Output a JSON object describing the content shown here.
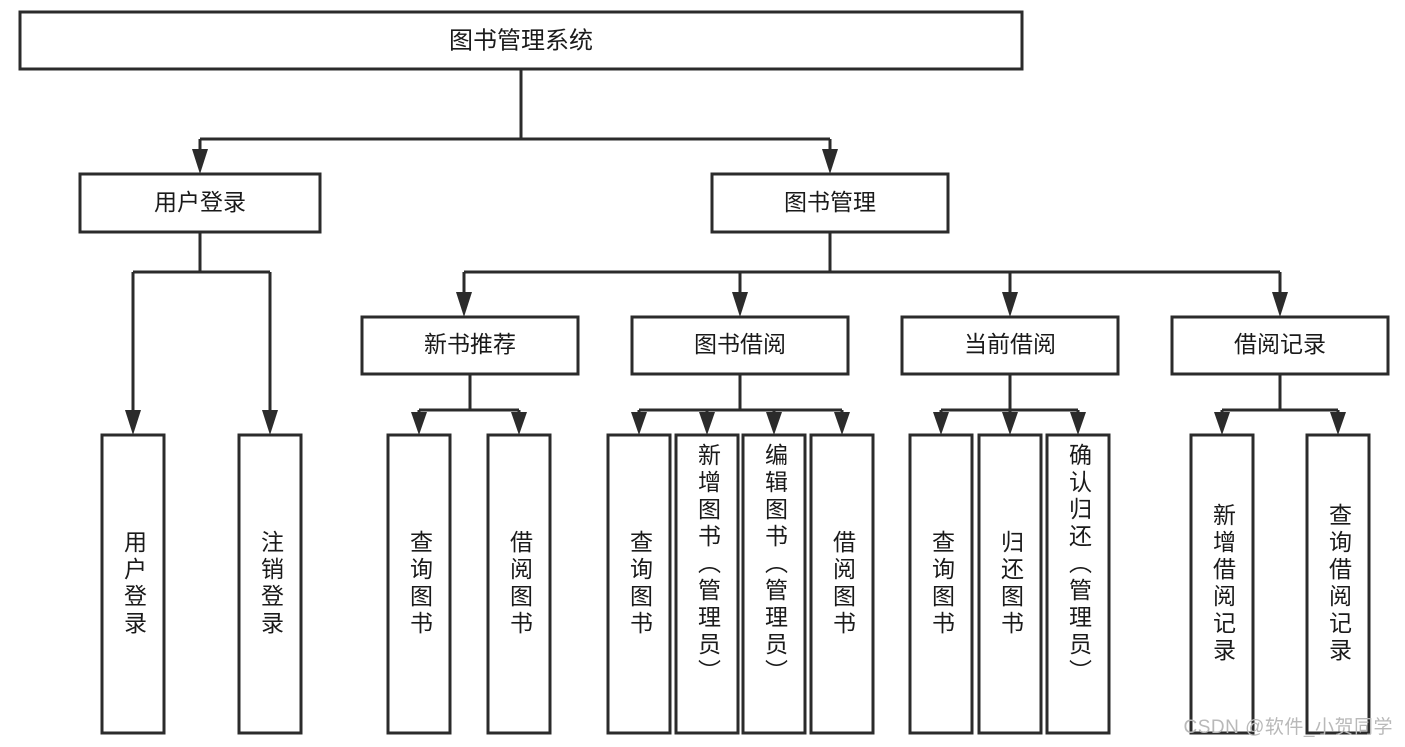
{
  "diagram": {
    "type": "tree",
    "title": "图书管理系统",
    "orientation": "top-down",
    "colors": {
      "box_stroke": "#2b2b2b",
      "box_fill": "#ffffff",
      "text": "#1a1a1a",
      "connector": "#2b2b2b",
      "background": "#ffffff",
      "watermark": "#b9b9b9"
    }
  },
  "nodes": {
    "root": {
      "label": "图书管理系统"
    },
    "level2": [
      {
        "label": "用户登录"
      },
      {
        "label": "图书管理"
      }
    ],
    "level3": [
      {
        "label": "新书推荐"
      },
      {
        "label": "图书借阅"
      },
      {
        "label": "当前借阅"
      },
      {
        "label": "借阅记录"
      }
    ],
    "leaves": {
      "user_login": [
        {
          "label": "用户登录"
        },
        {
          "label": "注销登录"
        }
      ],
      "new_book_recommend": [
        {
          "label": "查询图书"
        },
        {
          "label": "借阅图书"
        }
      ],
      "book_borrow": [
        {
          "label": "查询图书"
        },
        {
          "label": "新增图书（管理员）"
        },
        {
          "label": "编辑图书（管理员）"
        },
        {
          "label": "借阅图书"
        }
      ],
      "current_borrow": [
        {
          "label": "查询图书"
        },
        {
          "label": "归还图书"
        },
        {
          "label": "确认归还（管理员）"
        }
      ],
      "borrow_record": [
        {
          "label": "新增借阅记录"
        },
        {
          "label": "查询借阅记录"
        }
      ]
    }
  },
  "watermark": {
    "text": "CSDN @软件_小贺同学"
  }
}
